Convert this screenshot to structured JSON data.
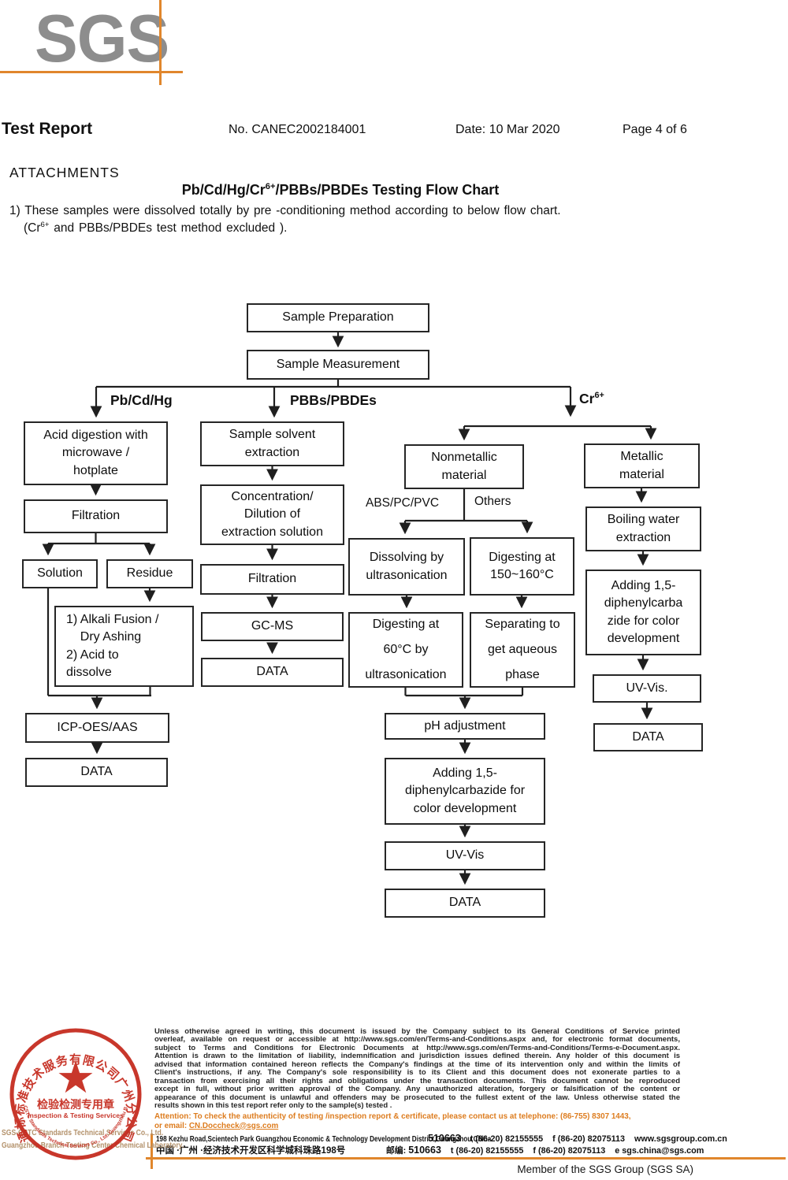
{
  "header": {
    "logo": "SGS",
    "title": "Test Report",
    "report_no": "No. CANEC2002184001",
    "date": "Date: 10 Mar 2020",
    "page": "Page 4 of 6"
  },
  "attachments": {
    "heading": "ATTACHMENTS",
    "title_pre": "Pb/Cd/Hg/Cr",
    "title_sup": "6+",
    "title_post": "/PBBs/PBDEs Testing Flow Chart",
    "note1": "1) These samples were dissolved totally by pre -conditioning method according to below flow chart.",
    "note2_pre": "(Cr",
    "note2_sup": "6+",
    "note2_post": " and PBBs/PBDEs test method excluded )."
  },
  "flowchart": {
    "branches": {
      "left": "Pb/Cd/Hg",
      "middle": "PBBs/PBDEs",
      "right_pre": "Cr",
      "right_sup": "6+"
    },
    "labels": {
      "abs_pc_pvc": "ABS/PC/PVC",
      "others": "Others"
    },
    "nodes": {
      "sample_preparation": "Sample Preparation",
      "sample_measurement": "Sample Measurement",
      "acid_digestion": "Acid digestion with\nmicrowave /\nhotplate",
      "filtration_1": "Filtration",
      "solution": "Solution",
      "residue": "Residue",
      "alkali_fusion": "1) Alkali Fusion /\n    Dry Ashing\n2) Acid to\ndissolve",
      "icp": "ICP-OES/AAS",
      "data_left": "DATA",
      "solvent_extraction": "Sample solvent\nextraction",
      "concentration": "Concentration/\nDilution of\nextraction solution",
      "filtration_2": "Filtration",
      "gcms": "GC-MS",
      "data_middle": "DATA",
      "nonmetallic": "Nonmetallic\nmaterial",
      "metallic": "Metallic\nmaterial",
      "dissolving": "Dissolving by\nultrasonication",
      "digesting_150": "Digesting at\n150~160°C",
      "digesting_60": "Digesting at\n60°C by\nultrasonication",
      "separating": "Separating to\nget aqueous\nphase",
      "ph_adjustment": "pH adjustment",
      "adding_dpc_center": "Adding 1,5-\ndiphenylcarbazide for\ncolor development",
      "uv_vis_center": "UV-Vis",
      "data_center": "DATA",
      "boiling": "Boiling water\nextraction",
      "adding_dpc_right": "Adding 1,5-\ndiphenylcarba\nzide for color\ndevelopment",
      "uv_vis_right": "UV-Vis.",
      "data_right": "DATA"
    }
  },
  "footer": {
    "legal_lines": [
      "Unless otherwise agreed in writing, this document is issued by the Company subject to its General Conditions of Service printed",
      "overleaf, available on request or accessible at http://www.sgs.com/en/Terms-and-Conditions.aspx and, for electronic format documents,",
      "subject to Terms and Conditions for Electronic Documents at http://www.sgs.com/en/Terms-and-Conditions/Terms-e-Document.aspx.",
      "Attention is drawn to the limitation of liability, indemnification and jurisdiction issues defined therein. Any holder of this document is",
      "advised that information contained hereon reflects the Company's findings at the time of its intervention only and within the limits of",
      "Client's instructions, if any. The Company's sole responsibility is to its Client and this document does not exonerate parties to a",
      "transaction from exercising all their rights and obligations under the transaction documents. This document cannot be reproduced",
      "except in full, without prior written approval of the Company. Any unauthorized alteration, forgery or falsification of the content or",
      "appearance of this document is unlawful and offenders may be prosecuted to the fullest extent of the law. Unless otherwise stated the",
      "results shown in this test report refer only to the sample(s) tested ."
    ],
    "attention_line1": "Attention: To check the authenticity of testing /inspection report & certificate, please contact us at telephone: (86-755) 8307 1443,",
    "attention_line2_pre": "or email: ",
    "attention_email": "CN.Doccheck@sgs.com",
    "address_en": "198 Kezhu Road,Scientech Park Guangzhou Economic & Technology Development District,Guangzhou,China",
    "address_en_zip": "510663",
    "address_en_tel": "t (86-20) 82155555",
    "address_en_fax": "f (86-20) 82075113",
    "address_en_web": "www.sgsgroup.com.cn",
    "address_cn": "中国 ·广州 ·经济技术开发区科学城科珠路198号",
    "address_cn_zip_label": "邮编:",
    "address_cn_zip": "510663",
    "address_cn_tel": "t (86-20) 82155555",
    "address_cn_fax": "f (86-20) 82075113",
    "address_cn_email_label": "e",
    "address_cn_email": "sgs.china@sgs.com",
    "company_line1": "SGS-CSTC Standards Technical Services Co., Ltd.",
    "company_line2": "Guangzhou Branch Testing Center Chemical Laboratory.",
    "member": "Member of the SGS Group (SGS SA)",
    "stamp": {
      "arc_top": "通标标准技术服务有限公司广州分公司",
      "arc_bottom": "SGS-CSTC Standards Technical Services Co., Ltd. Guangzhou Branch",
      "star": "★",
      "line_cn": "检验检测专用章",
      "line_en": "Inspection & Testing Services"
    },
    "colors": {
      "accent_orange": "#e0862c",
      "attention_orange": "#dd7c1e",
      "stamp_red": "#c4281c",
      "company_tan": "#b3916a"
    }
  }
}
